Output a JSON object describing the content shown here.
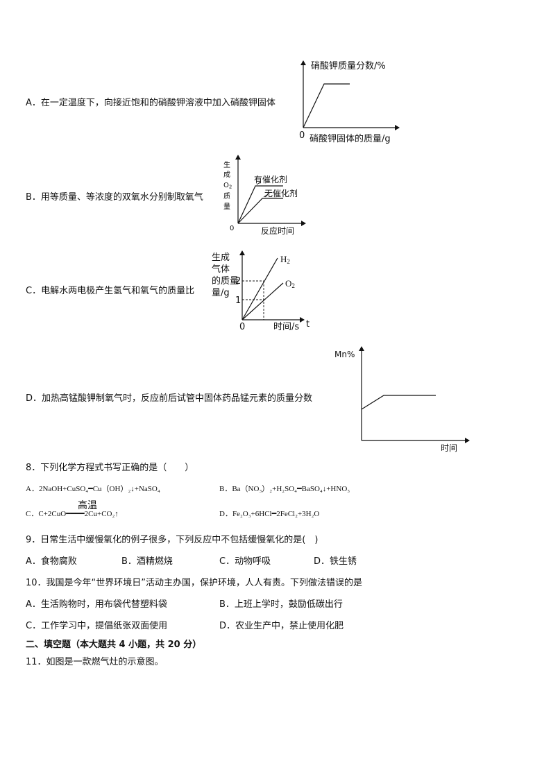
{
  "optionA": {
    "label": "A．在一定温度下，向接近饱和的硝酸钾溶液中加入硝酸钾固体",
    "chart": {
      "ylabel": "硝酸钾质量分数/%",
      "xlabel": "硝酸钾固体的质量/g",
      "origin": "0"
    }
  },
  "optionB": {
    "label": "B．用等质量、等浓度的双氧水分别制取氧气",
    "chart": {
      "ylabel_lines": [
        "生",
        "成",
        "O",
        "质",
        "量"
      ],
      "ylabel_sub": "2",
      "xlabel": "反应时间",
      "origin": "0",
      "series": [
        "有催化剂",
        "无催化剂"
      ]
    }
  },
  "optionC": {
    "label": "C．电解水两电极产生氢气和氧气的质量比",
    "chart": {
      "ylabel_lines": [
        "生成",
        "气体",
        "的质量",
        "量/g"
      ],
      "xlabel": "时间/s",
      "x_extra": "t",
      "origin": "0",
      "yticks": [
        "2",
        "1"
      ],
      "series": [
        {
          "name": "H",
          "sub": "2"
        },
        {
          "name": "O",
          "sub": "2"
        }
      ]
    }
  },
  "optionD": {
    "label": "D．加热高锰酸钾制氧气时，反应前后试管中固体药品锰元素的质量分数",
    "chart": {
      "ylabel": "Mn%",
      "xlabel": "时间"
    }
  },
  "q8": {
    "stem": "8．下列化学方程式书写正确的是（　　）",
    "A": "A．2NaOH+CuSO₄━Cu（OH）₂↓+NaSO₄",
    "B": "B．Ba（NO₃）₂+H₂SO₄━BaSO₄↓+HNO₃",
    "C": "C．C+2CuO━━━━2Cu+CO₂↑",
    "C_condition": "高温",
    "D": "D．Fe₂O₃+6HCl━2FeCl₂+3H₂O"
  },
  "q9": {
    "stem": "9．日常生活中缓慢氧化的例子很多，下列反应中不包括缓慢氧化的是(　)",
    "A": "A．食物腐败",
    "B": "B．酒精燃烧",
    "C": "C．动物呼吸",
    "D": "D．铁生锈"
  },
  "q10": {
    "stem": "10．我国是今年“世界环境日”活动主办国，保护环境，人人有责。下列做法错误的是",
    "A": "A．生活购物时，用布袋代替塑料袋",
    "B": "B．上班上学时，鼓励低碳出行",
    "C": "C．工作学习中，提倡纸张双面使用",
    "D": "D．农业生产中，禁止使用化肥"
  },
  "section2": {
    "title": "二、填空题（本大题共 4 小题，共 20 分）"
  },
  "q11": {
    "stem": "11．如图是一款燃气灶的示意图。"
  }
}
